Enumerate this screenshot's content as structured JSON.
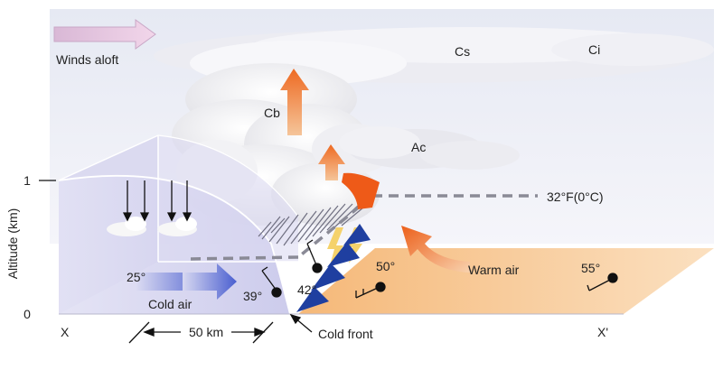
{
  "labels": {
    "winds_aloft": "Winds aloft",
    "cs": "Cs",
    "ci": "Ci",
    "cb": "Cb",
    "ac": "Ac",
    "freezing": "32°F(0°C)",
    "warm_air": "Warm air",
    "cold_air": "Cold air",
    "cold_front": "Cold front",
    "distance": "50 km",
    "x_left": "X",
    "x_right": "X'"
  },
  "axis": {
    "title": "Altitude (km)",
    "ticks": [
      "0",
      "1"
    ]
  },
  "stations": {
    "t25": "25°",
    "t39": "39°",
    "t42": "42°",
    "t50": "50°",
    "t55": "55°"
  },
  "colors": {
    "warm_air": "#f6c48e",
    "cold_air": "#c9c9ec",
    "front": "#1f3fa0",
    "arrow_orange": "#f07a2e",
    "lightning": "#f5d26b"
  }
}
